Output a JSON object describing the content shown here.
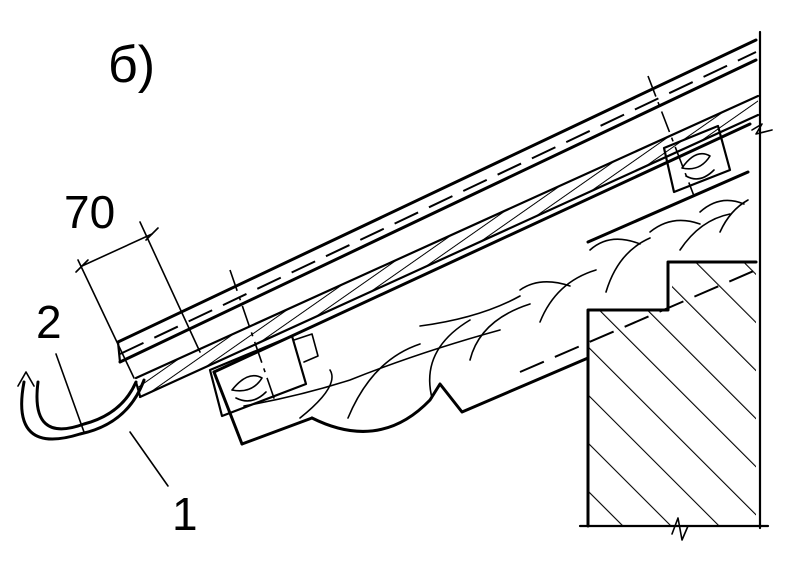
{
  "figure": {
    "panel_label": "б)",
    "dimension_label": "70",
    "callouts": [
      {
        "id": "gutter",
        "label": "1"
      },
      {
        "id": "edge",
        "label": "2"
      }
    ],
    "colors": {
      "ink": "#000000",
      "paper": "#ffffff"
    }
  }
}
